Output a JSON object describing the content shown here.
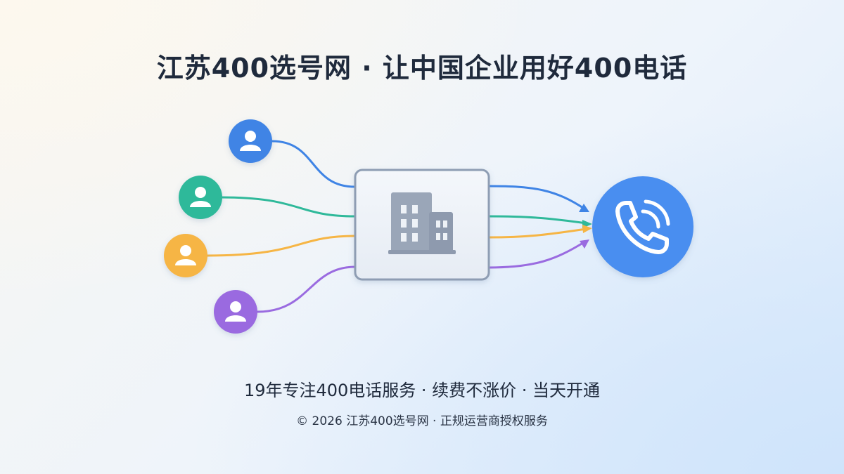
{
  "header": {
    "title": "江苏400选号网 · 让中国企业用好400电话"
  },
  "diagram": {
    "callers": [
      {
        "icon": "person-icon",
        "color": "#3f84e5"
      },
      {
        "icon": "person-icon",
        "color": "#2fb99a"
      },
      {
        "icon": "person-icon",
        "color": "#f6b545"
      },
      {
        "icon": "person-icon",
        "color": "#9a6be0"
      }
    ],
    "hub": {
      "icon": "building-icon"
    },
    "destination": {
      "icon": "phone-icon",
      "color": "#4a8ef0"
    }
  },
  "footer": {
    "tagline": "19年专注400电话服务 · 续费不涨价 · 当天开通",
    "copyright": "© 2026 江苏400选号网 · 正规运营商授权服务"
  }
}
